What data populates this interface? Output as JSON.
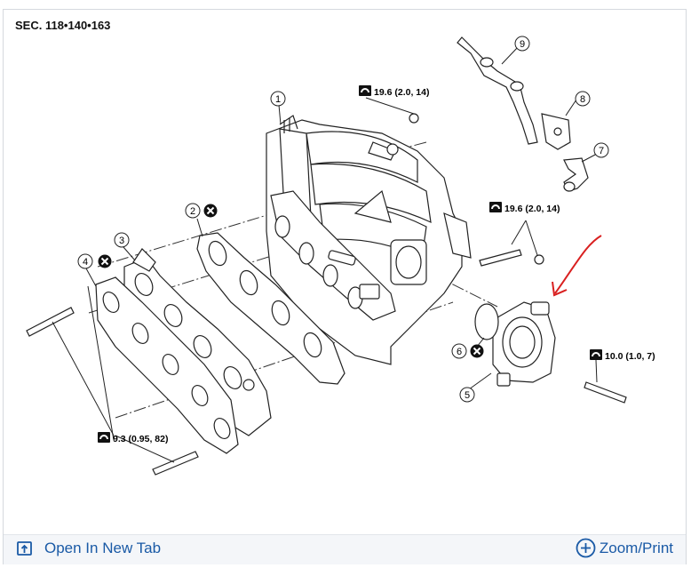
{
  "diagram": {
    "section_code": "SEC. 118•140•163",
    "callouts": [
      "1",
      "2",
      "3",
      "4",
      "5",
      "6",
      "7",
      "8",
      "9"
    ],
    "torques": {
      "top": "19.6 (2.0, 14)",
      "right": "19.6 (2.0, 14)",
      "throttle": "10.0 (1.0, 7)",
      "bottom": "9.3 (0.95, 82)"
    }
  },
  "toolbar": {
    "open_tab_label": "Open In New Tab",
    "zoom_print_label": "Zoom/Print"
  },
  "colors": {
    "link": "#1a5aa6",
    "annotation_arrow": "#d92020",
    "line": "#222222"
  }
}
